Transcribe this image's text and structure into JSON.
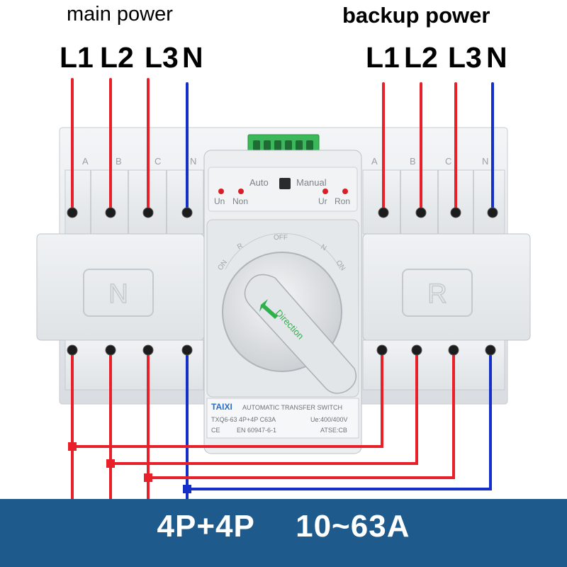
{
  "main_power": {
    "title": "main power",
    "phases": [
      "L1",
      "L2",
      "L3",
      "N"
    ],
    "terminal_letters": [
      "A",
      "B",
      "C",
      "N"
    ]
  },
  "backup_power": {
    "title": "backup power",
    "phases": [
      "L1",
      "L2",
      "L3",
      "N"
    ],
    "terminal_letters": [
      "A",
      "B",
      "C",
      "N"
    ]
  },
  "switch": {
    "mode_auto": "Auto",
    "mode_manual": "Manual",
    "indicators_left": [
      "Un",
      "Non"
    ],
    "indicators_right": [
      "Ur",
      "Ron"
    ],
    "dial_labels": [
      "ON",
      "R",
      "OFF",
      "N",
      "ON"
    ],
    "knob_label": "Direction",
    "side_left": "N",
    "side_right": "R",
    "brand": "TAIXI",
    "product": "AUTOMATIC TRANSFER SWITCH",
    "model": "TXQ6-63 4P+4P C63A",
    "rating": "Ue:400/400V",
    "standard": "EN 60947-6-1",
    "class": "ATSE:CB"
  },
  "banner": {
    "poles": "4P+4P",
    "range": "10~63A"
  },
  "colors": {
    "phase_wire": "#e8202a",
    "neutral_wire": "#1530c8",
    "banner": "#1f5a8c",
    "housing": "#e9ecef",
    "brand": "#2a6fc7"
  }
}
